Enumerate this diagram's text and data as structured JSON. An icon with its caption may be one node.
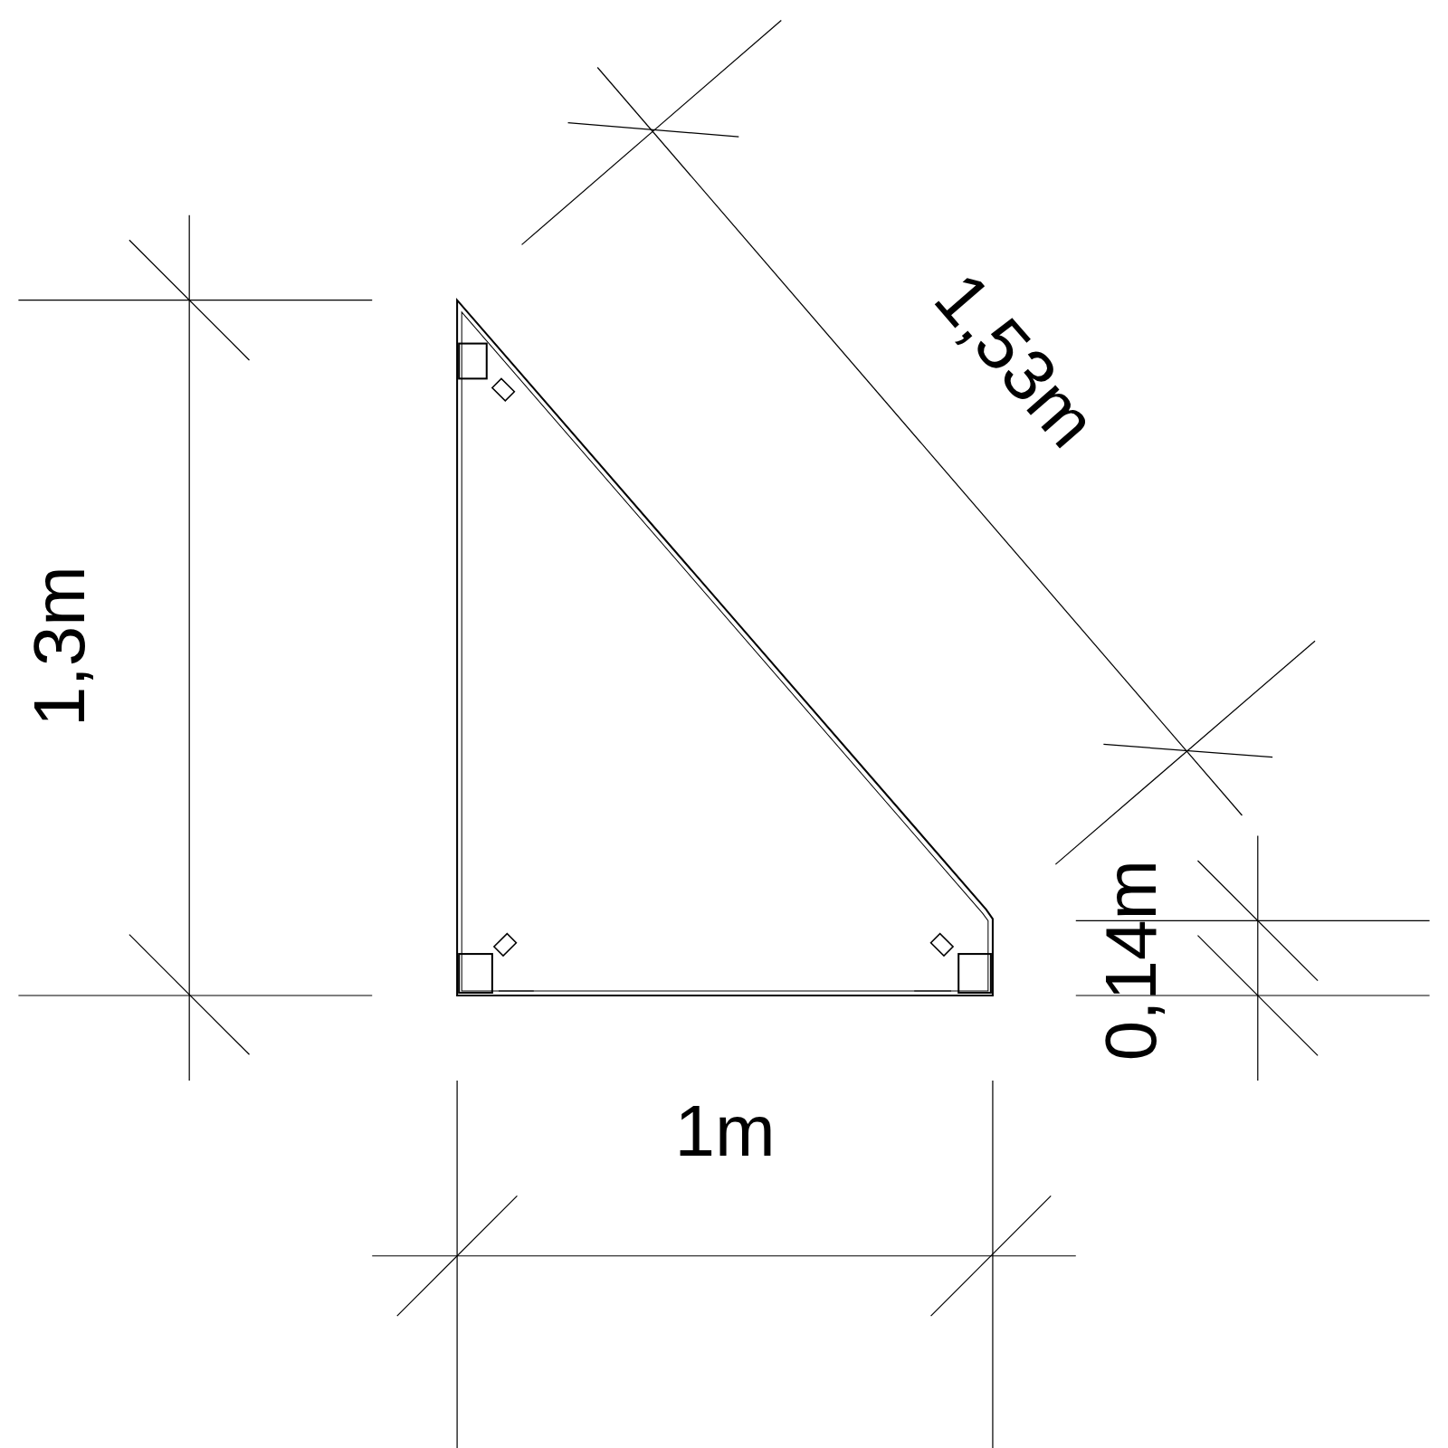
{
  "diagram": {
    "labels": [
      "1,53m",
      "1,3m",
      "0,14m",
      "1m"
    ]
  }
}
